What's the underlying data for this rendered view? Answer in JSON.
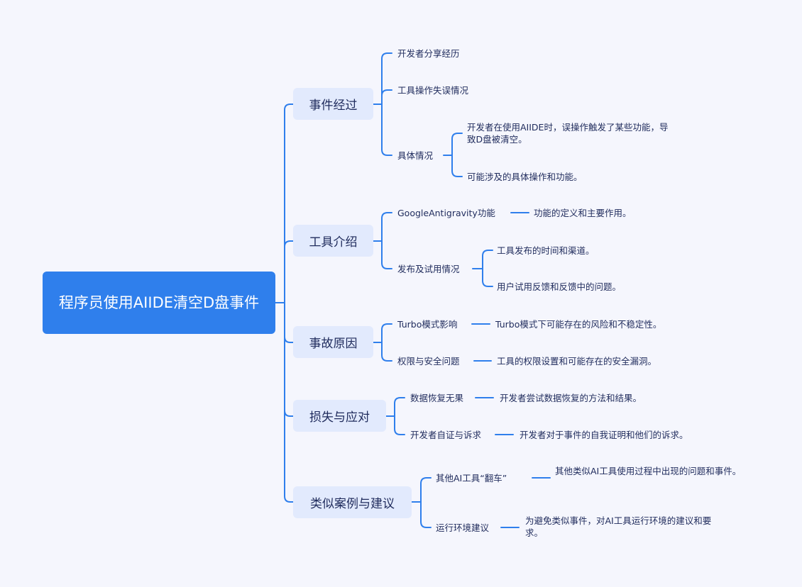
{
  "root": "程序员使用AIIDE清空D盘事件",
  "accent": "#2f7fec",
  "branches": [
    {
      "label": "事件经过",
      "children": [
        {
          "label": "开发者分享经历"
        },
        {
          "label": "工具操作失误情况"
        },
        {
          "label": "具体情况",
          "children": [
            "开发者在使用AIIDE时，误操作触发了某些功能，导致D盘被清空。",
            "可能涉及的具体操作和功能。"
          ]
        }
      ]
    },
    {
      "label": "工具介绍",
      "children": [
        {
          "label": "GoogleAntigravity功能",
          "children": [
            "功能的定义和主要作用。"
          ]
        },
        {
          "label": "发布及试用情况",
          "children": [
            "工具发布的时间和渠道。",
            "用户试用反馈和反馈中的问题。"
          ]
        }
      ]
    },
    {
      "label": "事故原因",
      "children": [
        {
          "label": "Turbo模式影响",
          "children": [
            "Turbo模式下可能存在的风险和不稳定性。"
          ]
        },
        {
          "label": "权限与安全问题",
          "children": [
            "工具的权限设置和可能存在的安全漏洞。"
          ]
        }
      ]
    },
    {
      "label": "损失与应对",
      "children": [
        {
          "label": "数据恢复无果",
          "children": [
            "开发者尝试数据恢复的方法和结果。"
          ]
        },
        {
          "label": "开发者自证与诉求",
          "children": [
            "开发者对于事件的自我证明和他们的诉求。"
          ]
        }
      ]
    },
    {
      "label": "类似案例与建议",
      "children": [
        {
          "label": "其他AI工具“翻车”",
          "children": [
            "其他类似AI工具使用过程中出现的问题和事件。"
          ]
        },
        {
          "label": "运行环境建议",
          "children": [
            "为避免类似事件，对AI工具运行环境的建议和要求。"
          ]
        }
      ]
    }
  ]
}
